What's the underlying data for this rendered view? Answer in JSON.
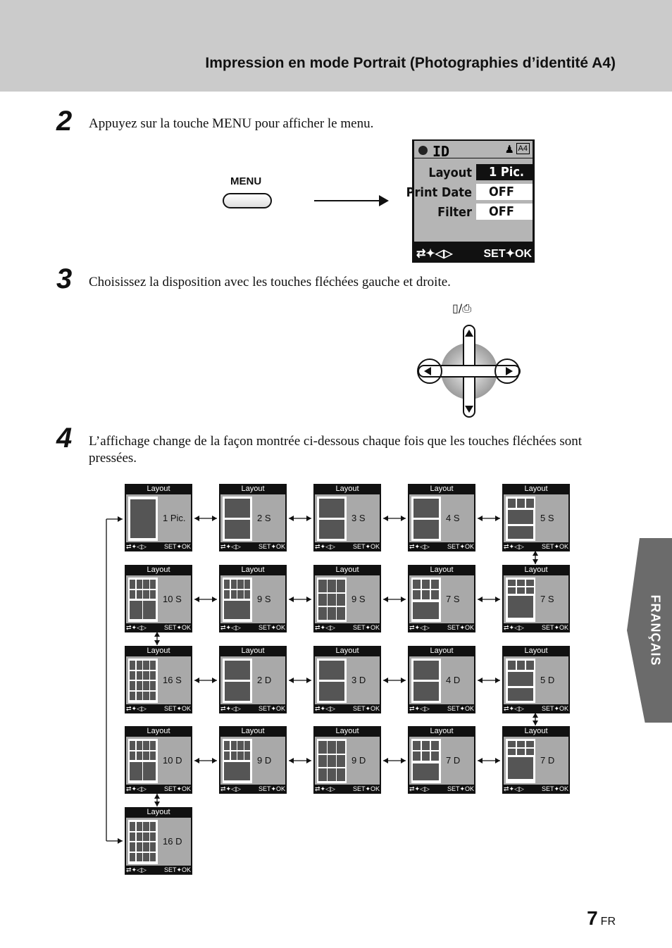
{
  "header": {
    "title": "Impression en mode Portrait (Photographies d’identité A4)"
  },
  "steps": [
    {
      "number": "2",
      "text": "Appuyez sur la touche MENU pour afficher le menu."
    },
    {
      "number": "3",
      "text": "Choisissez la disposition avec les touches fléchées gauche et droite."
    },
    {
      "number": "4",
      "text": "L’affichage change de la façon montrée ci-dessous chaque fois que les touches fléchées sont pressées."
    }
  ],
  "menu_button": {
    "label": "MENU"
  },
  "lcd": {
    "mode": "ID",
    "paper": "A4",
    "rows": [
      {
        "label": "Layout",
        "value": "1 Pic.",
        "selected": true
      },
      {
        "label": "Print Date",
        "value": "OFF",
        "selected": false
      },
      {
        "label": "Filter",
        "value": "OFF",
        "selected": false
      }
    ],
    "footer_left": "⇄✦◁▷",
    "footer_right": "SET✦OK"
  },
  "dpad_symbol": "▯/⎙",
  "thumbnails": {
    "title": "Layout",
    "footer_left": "⇄✦◁▷",
    "footer_right": "SET✦OK",
    "items": [
      {
        "label": "1 Pic.",
        "grid": "1"
      },
      {
        "label": "2 S",
        "grid": "2"
      },
      {
        "label": "3 S",
        "grid": "3"
      },
      {
        "label": "4 S",
        "grid": "4"
      },
      {
        "label": "5 S",
        "grid": "5"
      },
      {
        "label": "10 S",
        "grid": "10"
      },
      {
        "label": "9 S",
        "grid": "9a"
      },
      {
        "label": "9 S",
        "grid": "9b"
      },
      {
        "label": "7 S",
        "grid": "7a"
      },
      {
        "label": "7 S",
        "grid": "7b"
      },
      {
        "label": "16 S",
        "grid": "16"
      },
      {
        "label": "2 D",
        "grid": "2"
      },
      {
        "label": "3 D",
        "grid": "3"
      },
      {
        "label": "4 D",
        "grid": "4"
      },
      {
        "label": "5 D",
        "grid": "5"
      },
      {
        "label": "10 D",
        "grid": "10"
      },
      {
        "label": "9 D",
        "grid": "9a"
      },
      {
        "label": "9 D",
        "grid": "9b"
      },
      {
        "label": "7 D",
        "grid": "7a"
      },
      {
        "label": "7 D",
        "grid": "7b"
      },
      {
        "label": "16 D",
        "grid": "16"
      }
    ]
  },
  "side_tab": {
    "label": "FRANÇAIS"
  },
  "page": {
    "number": "7",
    "lang": "FR"
  }
}
